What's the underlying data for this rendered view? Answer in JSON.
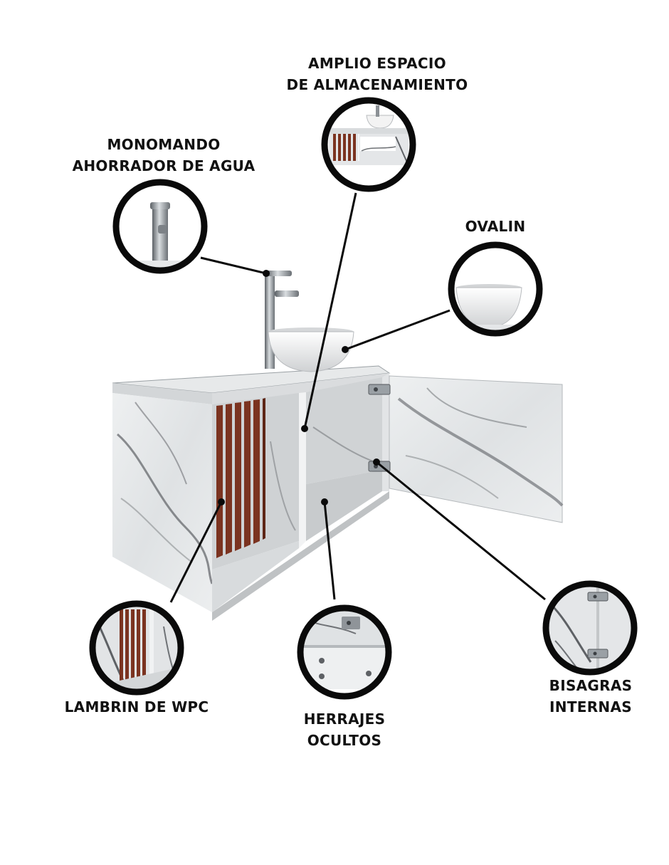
{
  "colors": {
    "background": "#ffffff",
    "ring": "#0a0a0a",
    "leader": "#0a0a0a",
    "label": "#111111",
    "marble": "#e4e6e8",
    "marble_vein": "#5e6165",
    "wood_slat": "#7b3320",
    "chrome": "#8c9196",
    "basin": "#f4f4f4"
  },
  "callouts": {
    "storage": {
      "line1": "AMPLIO ESPACIO",
      "line2": "DE ALMACENAMIENTO"
    },
    "faucet": {
      "line1": "MONOMANDO",
      "line2": "AHORRADOR DE AGUA"
    },
    "basin": {
      "line1": "OVALIN"
    },
    "panel": {
      "line1": "LAMBRIN DE WPC"
    },
    "hardware": {
      "line1": "HERRAJES",
      "line2": "OCULTOS"
    },
    "hinges": {
      "line1": "BISAGRAS",
      "line2": "INTERNAS"
    }
  }
}
